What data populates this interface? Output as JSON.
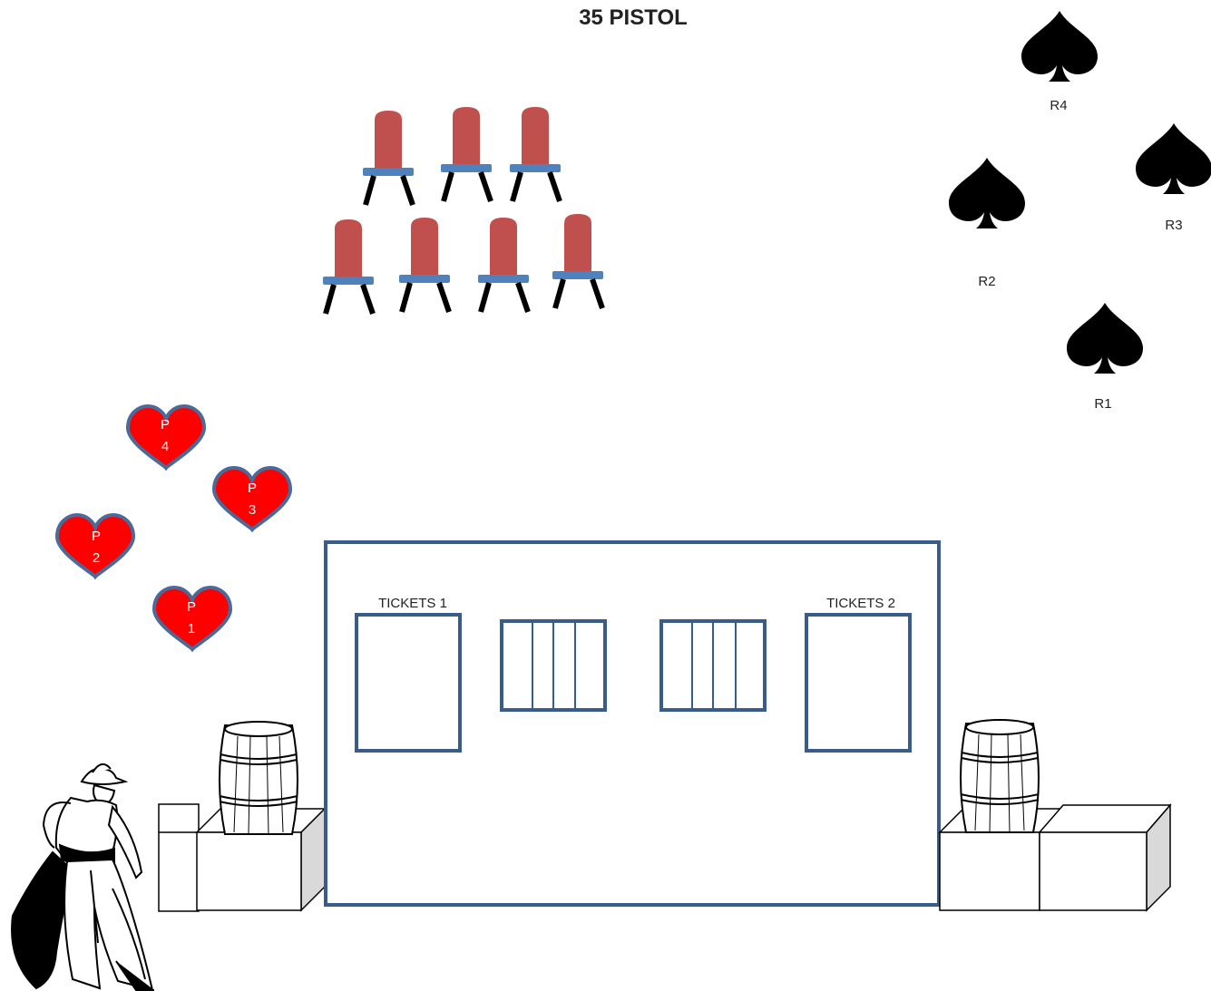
{
  "title": "35 PISTOL",
  "colors": {
    "chair_back": "#c0504d",
    "chair_seat": "#4f81bd",
    "building_stroke": "#385d8a",
    "heart_fill": "#ff0000",
    "heart_stroke": "#4a6a9a",
    "spade_fill": "#000000"
  },
  "building": {
    "ticket_left": "TICKETS 1",
    "ticket_right": "TICKETS 2"
  },
  "hearts": [
    {
      "top": "P",
      "bottom": "4"
    },
    {
      "top": "P",
      "bottom": "3"
    },
    {
      "top": "P",
      "bottom": "2"
    },
    {
      "top": "P",
      "bottom": "1"
    }
  ],
  "spades": [
    {
      "label": "R4"
    },
    {
      "label": "R3"
    },
    {
      "label": "R2"
    },
    {
      "label": "R1"
    }
  ],
  "icons": {
    "chair": "chair-icon",
    "heart": "heart-icon",
    "spade": "spade-icon",
    "barrel": "barrel-icon",
    "crate": "crate-icon",
    "cowboy": "cowboy-figure"
  }
}
